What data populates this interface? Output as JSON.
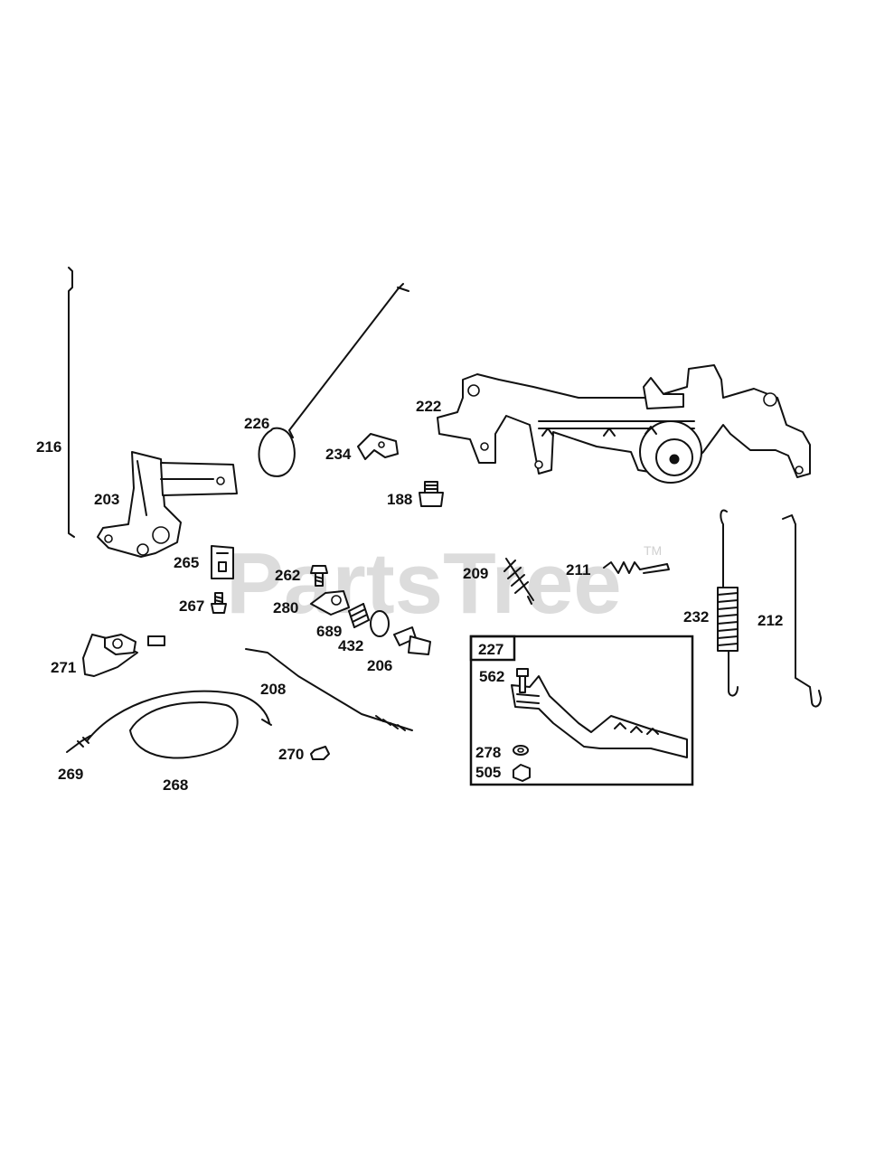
{
  "watermark": {
    "brand": "PartsTree",
    "trademark": "TM"
  },
  "callouts": {
    "p216": "216",
    "p203": "203",
    "p226": "226",
    "p234": "234",
    "p222": "222",
    "p188": "188",
    "p265": "265",
    "p262": "262",
    "p267": "267",
    "p280": "280",
    "p689": "689",
    "p432": "432",
    "p206": "206",
    "p209": "209",
    "p211": "211",
    "p232": "232",
    "p212": "212",
    "p271": "271",
    "p208": "208",
    "p269": "269",
    "p268": "268",
    "p270": "270",
    "p227": "227",
    "p562": "562",
    "p278": "278",
    "p505": "505"
  }
}
